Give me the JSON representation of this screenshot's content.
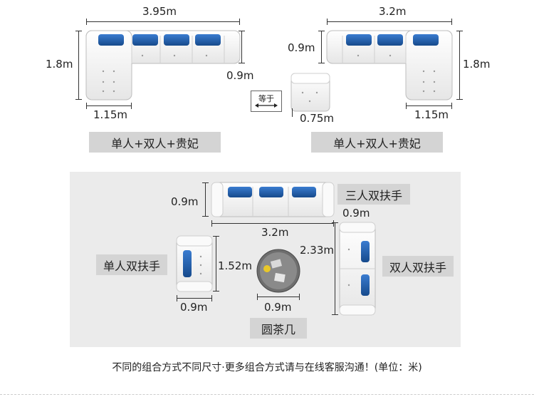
{
  "top_left": {
    "width_dim": "3.95m",
    "height_dim": "1.8m",
    "depth_dim": "0.9m",
    "chaise_dim": "1.15m",
    "caption": "单人+双人+贵妃"
  },
  "equals": {
    "label": "等于"
  },
  "top_right": {
    "width_dim": "3.2m",
    "depth_dim": "0.9m",
    "height_dim": "1.8m",
    "ottoman_dim": "0.75m",
    "chaise_dim": "1.15m",
    "caption": "单人+双人+贵妃"
  },
  "bottom": {
    "three_seat": {
      "depth_dim": "0.9m",
      "width_dim": "3.2m",
      "caption": "三人双扶手"
    },
    "single_seat": {
      "caption": "单人双扶手",
      "length_dim": "1.52m",
      "depth_dim": "0.9m"
    },
    "coffee_table": {
      "diameter_dim": "0.9m",
      "caption": "圆茶几"
    },
    "double_seat": {
      "caption": "双人双扶手",
      "length_dim": "2.33m",
      "depth_dim": "0.9m"
    }
  },
  "footer": "不同的组合方式不同尺寸·更多组合方式请与在线客服沟通！(单位：米)",
  "colors": {
    "sofa": "#f7f7f7",
    "sofa_edge": "#bdbdbd",
    "pillow": "#1f5fae",
    "panel": "#ebebeb",
    "label_box": "#d4d4d4"
  }
}
